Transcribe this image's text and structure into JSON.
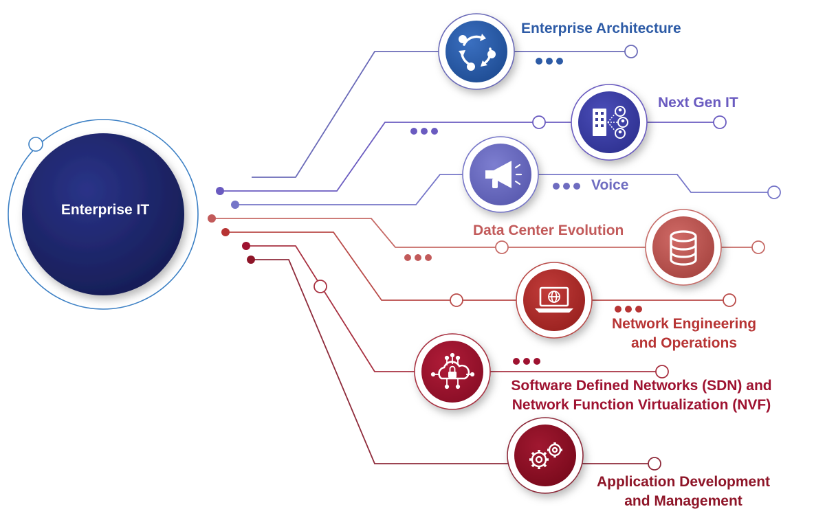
{
  "hub": {
    "label": "Enterprise IT",
    "color": "#1c2466"
  },
  "branches": [
    {
      "id": "enterprise-architecture",
      "lines": [
        "Enterprise Architecture"
      ],
      "color": "#2d5ba6",
      "line_color": "#6a6ab8",
      "icon": "cycle-arrows-icon"
    },
    {
      "id": "next-gen-it",
      "lines": [
        "Next Gen IT"
      ],
      "color": "#6a5bc0",
      "line_color": "#6a5bc0",
      "icon": "building-network-icon"
    },
    {
      "id": "voice",
      "lines": [
        "Voice"
      ],
      "color": "#6e6cc0",
      "line_color": "#7575c8",
      "icon": "megaphone-icon"
    },
    {
      "id": "data-center-evolution",
      "lines": [
        "Data Center Evolution"
      ],
      "color": "#c25a5a",
      "line_color": "#c66a66",
      "icon": "database-icon"
    },
    {
      "id": "network-engineering",
      "lines": [
        "Network Engineering",
        "and Operations"
      ],
      "color": "#b73434",
      "line_color": "#b94a48",
      "icon": "laptop-globe-icon"
    },
    {
      "id": "sdn-nfv",
      "lines": [
        "Software Defined Networks (SDN) and",
        "Network Function Virtualization (NVF)"
      ],
      "color": "#9e1230",
      "line_color": "#a83040",
      "icon": "cloud-lock-icon"
    },
    {
      "id": "application-development",
      "lines": [
        "Application Development",
        "and Management"
      ],
      "color": "#8e1528",
      "line_color": "#8e2a3a",
      "icon": "gears-icon"
    }
  ]
}
